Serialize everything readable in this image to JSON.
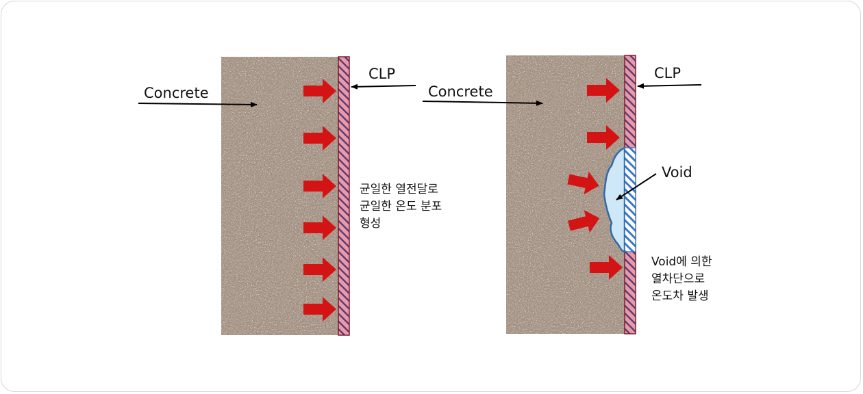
{
  "colors": {
    "concrete": "#a08c7c",
    "clp_fill": "#e89aaa",
    "clp_stripe": "#5a3a70",
    "arrow": "#d41414",
    "void_fill": "#cfe8f7",
    "void_stroke": "#2f6aa8",
    "void_stripe": "#3d78c8"
  },
  "left": {
    "concrete_label": "Concrete",
    "clp_label": "CLP",
    "note_lines": [
      "균일한 열전달로",
      "균일한 온도 분포",
      "형성"
    ]
  },
  "right": {
    "concrete_label": "Concrete",
    "clp_label": "CLP",
    "void_label": "Void",
    "note_lines": [
      "Void에 의한",
      "열차단으로",
      "온도차 발생"
    ]
  }
}
